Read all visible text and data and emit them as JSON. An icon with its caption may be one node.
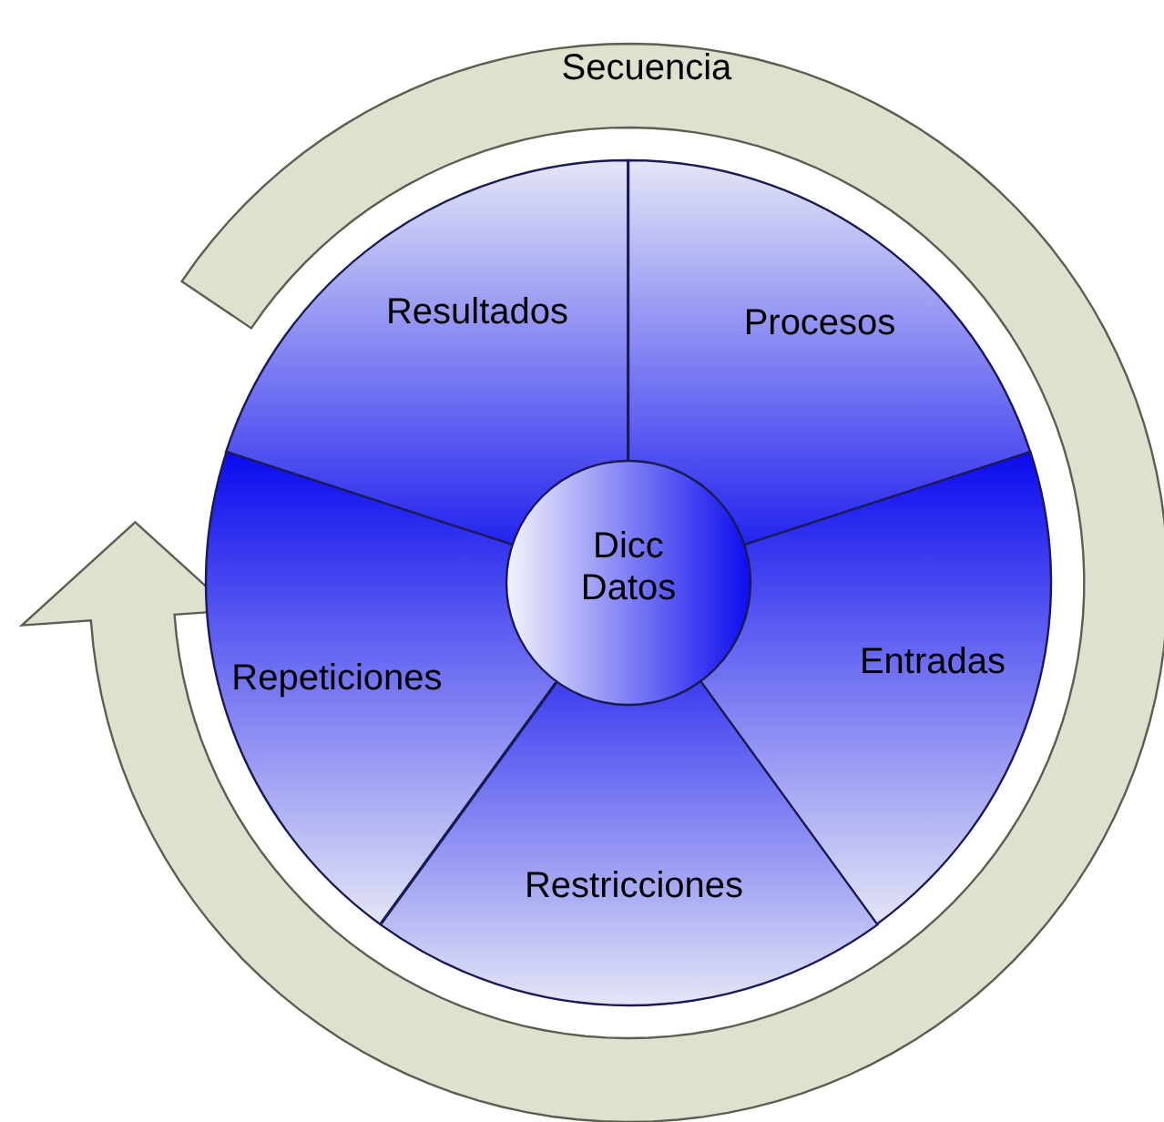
{
  "diagram": {
    "nodes": [
      {
        "text": [
          "Secuencia"
        ]
      },
      {
        "text": [
          "Resultados"
        ]
      },
      {
        "text": [
          "Procesos"
        ]
      },
      {
        "text": [
          "Entradas"
        ]
      },
      {
        "text": [
          "Restricciones"
        ]
      },
      {
        "text": [
          "Repeticiones"
        ]
      },
      {
        "text": [
          "Dicc Datos"
        ]
      }
    ]
  }
}
